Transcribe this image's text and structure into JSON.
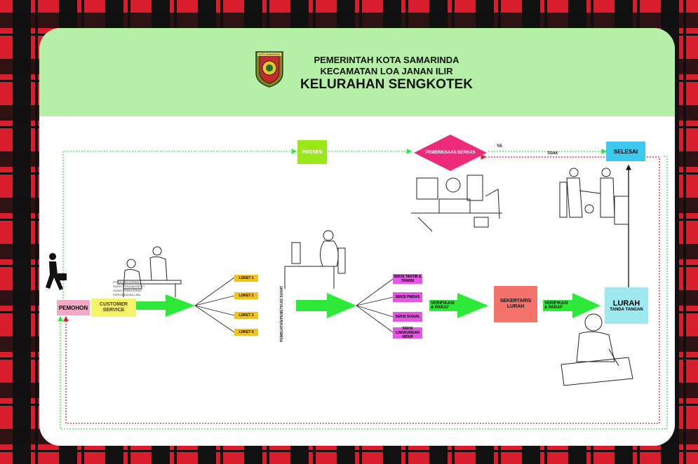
{
  "header": {
    "line1": "PEMERINTAH KOTA SAMARINDA",
    "line2": "KECAMATAN LOA JANAN ILIR",
    "line3": "KELURAHAN SENGKOTEK",
    "logo_text": "KOTA SAMARINDA"
  },
  "colors": {
    "header_bg": "#b6f0a6",
    "frame_red": "#d81e2c",
    "frame_black": "#111111",
    "arrow_green": "#2ee83a",
    "pink": "#f9a7c8",
    "yellow": "#f5f36a",
    "orange": "#f5c21b",
    "purple": "#e457e4",
    "lime": "#9be81a",
    "magenta": "#ee2a7b",
    "cyan": "#3cc8ef",
    "salmon": "#f4736b",
    "light_cyan": "#9ee8f0"
  },
  "nodes": {
    "pemohon": "PEMOHON",
    "customer_service": "CUSTOMER SERVICE",
    "loket": [
      "LOKET 1",
      "LOKET 2",
      "LOKET 3",
      "LOKET 4"
    ],
    "pembuatan": "PEMBUATAN/PEMETIKAN SURAT",
    "seksi": [
      "SEKSI TANTIB & TRANSI",
      "SEKSI PMDAS",
      "SEKSI SOSIAL",
      "SEKSI LINGKUNGAN HIDUP"
    ],
    "verifikasi1": "VERIFIKASI & PARAF",
    "sekertaris": "SEKERTARIS LURAH",
    "verifikasi2": "VERIFIKASI & PARAF",
    "lurah": "LURAH",
    "lurah_sub": "TANDA TANGAN",
    "proses": "PROSES",
    "pemeriksaan": "PEMERIKSAAN BERKAS",
    "selesai": "SELESAI",
    "ya": "YA",
    "tidak": "TIDAK"
  },
  "notes": [
    "FOTOCOPY KTP/KK",
    "SURAT PENGANTAR RT",
    "SURAT PERNYATAAN",
    "PERSYARATAN LAIN"
  ],
  "icons": [
    "walking-person-icon",
    "meeting-illustration",
    "office-worker-illustration",
    "busy-clerk-illustration",
    "handshake-illustration",
    "signing-man-illustration"
  ]
}
